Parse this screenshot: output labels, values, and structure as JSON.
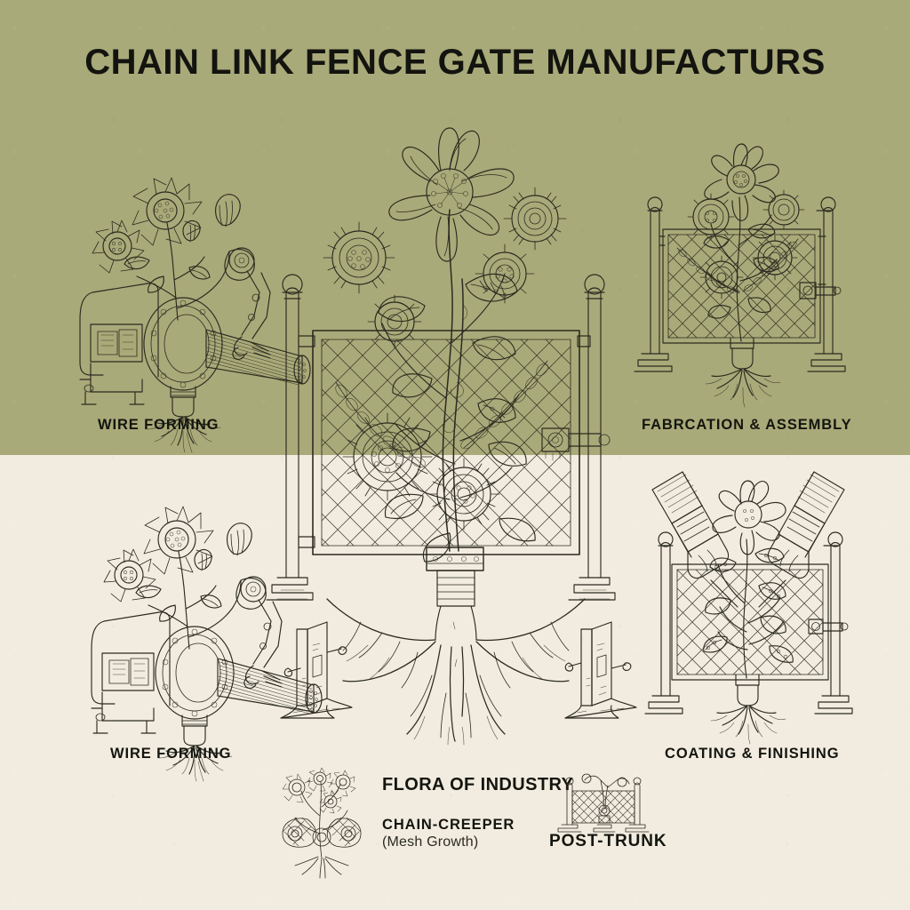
{
  "poster": {
    "title": "CHAIN LINK FENCE GATE MANUFACTURS",
    "colors": {
      "band_top": "#a9aa79",
      "band_bottom": "#f2ece0",
      "ink": "#2b2a20",
      "text": "#14150f"
    }
  },
  "panels": [
    {
      "id": "wire-forming-top",
      "label": "WIRE FORMING",
      "icon": "wire-forming-machine-illustration"
    },
    {
      "id": "fabrication-assembly",
      "label": "FABRCATION & ASSEMBLY",
      "icon": "fence-gate-panel-illustration"
    },
    {
      "id": "wire-forming-bottom",
      "label": "WIRE FORMING",
      "icon": "wire-forming-machine-illustration"
    },
    {
      "id": "coating-finishing",
      "label": "COATING & FINISHING",
      "icon": "gate-with-paint-brushes-illustration"
    }
  ],
  "hero": {
    "id": "central-gate",
    "icon": "large-chain-link-gate-illustration",
    "post_left_icon": "fence-post-illustration",
    "post_right_icon": "fence-post-illustration"
  },
  "legend": {
    "heading": "FLORA OF INDUSTRY",
    "items": [
      {
        "name": "CHAIN-CREEPER",
        "sub": "(Mesh Growth)",
        "icon": "chain-creeper-plant-icon"
      },
      {
        "name": "POST-TRUNK",
        "sub": "",
        "icon": "post-trunk-fence-icon"
      }
    ]
  }
}
